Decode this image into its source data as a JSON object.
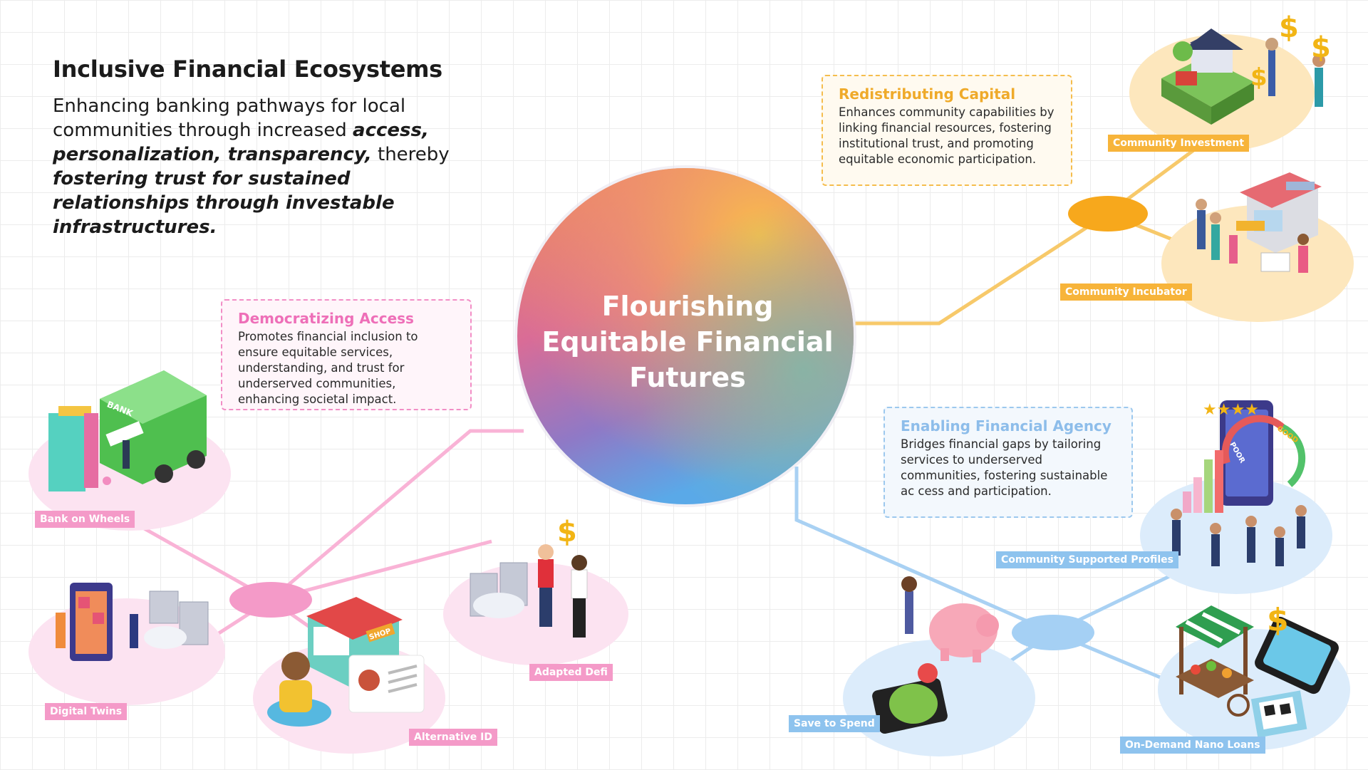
{
  "intro": {
    "title": "Inclusive Financial Ecosystems",
    "text_1": "Enhancing banking pathways for local communities through increased ",
    "emph_1": "access, personalization, transparency,",
    "text_2": " thereby ",
    "emph_2": "fostering trust for sustained relationships through investable infrastructures."
  },
  "center": {
    "title": "Flourishing Equitable Financial Futures"
  },
  "cards": {
    "democratizing": {
      "title": "Democratizing Access",
      "text": "Promotes financial inclusion to ensure equitable services, understanding, and trust for underserved communities, enhancing societal impact."
    },
    "redistributing": {
      "title": "Redistributing Capital",
      "text": "Enhances community capabilities by linking financial resources, fostering institutional trust, and promoting equitable economic participation."
    },
    "enabling": {
      "title": "Enabling Financial Agency",
      "text": "Bridges financial gaps by tailoring services to underserved communities, fostering sustainable ac cess and participation."
    }
  },
  "tags": {
    "bank_on_wheels": "Bank on Wheels",
    "digital_twins": "Digital Twins",
    "alternative_id": "Alternative ID",
    "adapted_defi": "Adapted Defi",
    "community_investment": "Community Investment",
    "community_incubator": "Community Incubator",
    "community_supported_profiles": "Community Supported Profiles",
    "save_to_spend": "Save to Spend",
    "on_demand_nano_loans": "On-Demand Nano Loans",
    "shop_sign": "SHOP",
    "bank_sign": "BANK",
    "gauge_poor": "POOR",
    "gauge_good": "GOOD"
  },
  "icons": [
    "bank-truck-icon",
    "digital-twin-icon",
    "shop-id-icon",
    "handshake-server-icon",
    "farm-investment-icon",
    "incubator-shop-icon",
    "credit-gauge-phone-icon",
    "piggy-bank-icon",
    "market-stall-phone-icon",
    "dollar-sign-icon"
  ],
  "colors": {
    "pink": "#f49ac8",
    "orange": "#f7b43a",
    "blue": "#8ec3ee",
    "orb_top": "#f9b94a",
    "orb_left": "#e86a8a",
    "orb_bottom": "#5ea6e6"
  }
}
